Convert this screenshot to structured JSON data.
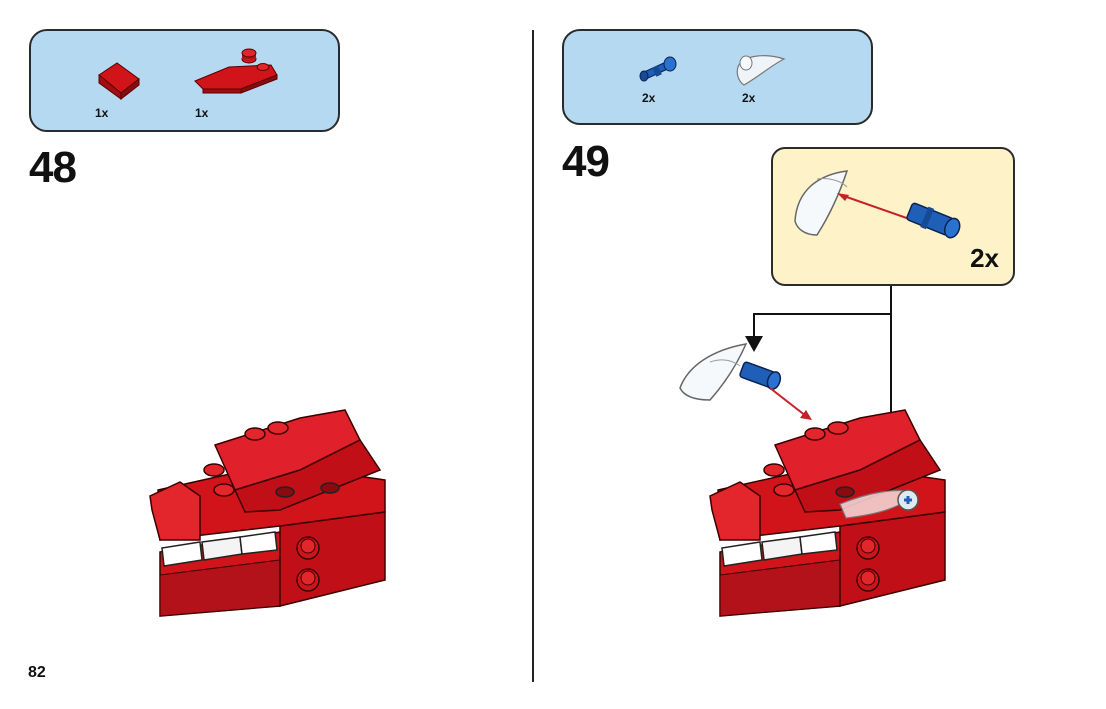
{
  "page": {
    "number": "82"
  },
  "steps": [
    {
      "number": "48",
      "parts": [
        {
          "icon": "red-slope-brick-icon",
          "qty": "1x",
          "color": "#d0141a"
        },
        {
          "icon": "red-wedge-plate-icon",
          "qty": "1x",
          "color": "#d0141a"
        }
      ]
    },
    {
      "number": "49",
      "parts": [
        {
          "icon": "blue-technic-pin-icon",
          "qty": "2x",
          "color": "#1f5fb8"
        },
        {
          "icon": "transparent-claw-icon",
          "qty": "2x",
          "color": "#e8f0f4"
        }
      ],
      "callout": {
        "qty": "2x"
      }
    }
  ],
  "colors": {
    "parts_box": "#b6d9f2",
    "callout": "#fdf2c8",
    "brick_red": "#d0141a",
    "arrow_red": "#c8202a"
  }
}
